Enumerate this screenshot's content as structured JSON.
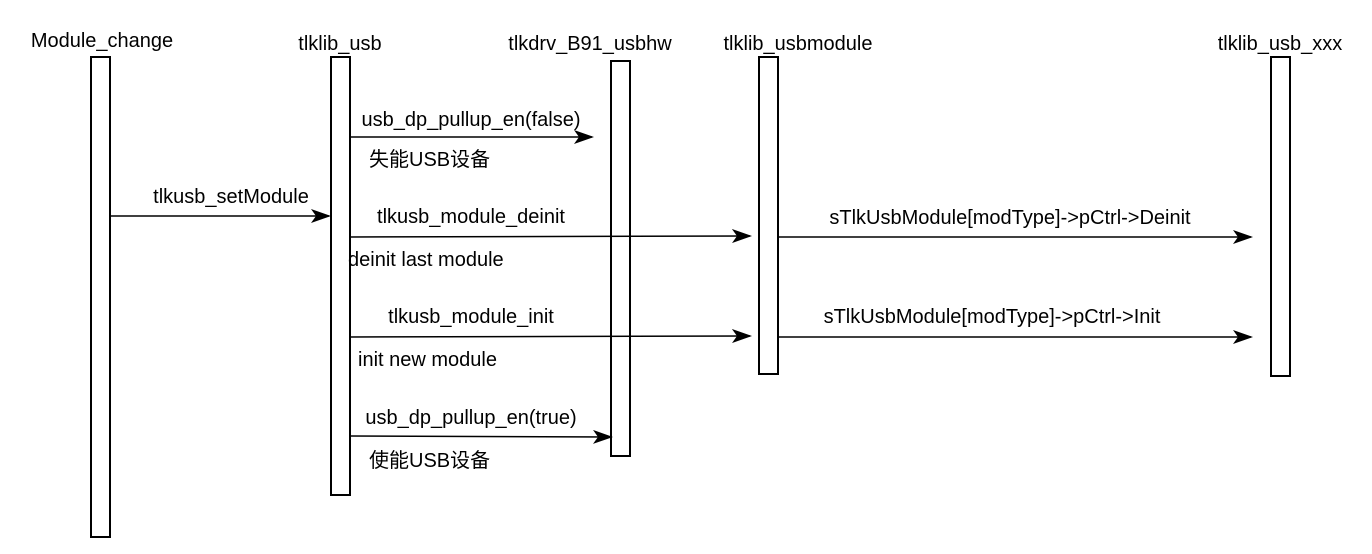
{
  "diagram": {
    "colors": {
      "stroke": "#000000",
      "background": "#ffffff",
      "lifeline_fill": "#ffffff"
    },
    "participants": [
      {
        "id": "module_change",
        "label": "Module_change"
      },
      {
        "id": "tlklib_usb",
        "label": "tlklib_usb"
      },
      {
        "id": "tlkdrv_b91_usbhw",
        "label": "tlkdrv_B91_usbhw"
      },
      {
        "id": "tlklib_usbmodule",
        "label": "tlklib_usbmodule"
      },
      {
        "id": "tlklib_usb_xxx",
        "label": "tlklib_usb_xxx"
      }
    ],
    "messages": [
      {
        "id": "msg1",
        "from": "module_change",
        "to": "tlklib_usb",
        "label": "tlkusb_setModule",
        "note": ""
      },
      {
        "id": "msg2",
        "from": "tlklib_usb",
        "to": "tlkdrv_b91_usbhw",
        "label": "usb_dp_pullup_en(false)",
        "note": "失能USB设备"
      },
      {
        "id": "msg3",
        "from": "tlklib_usb",
        "to": "tlklib_usbmodule",
        "label": "tlkusb_module_deinit",
        "note": "deinit last module"
      },
      {
        "id": "msg4",
        "from": "tlklib_usbmodule",
        "to": "tlklib_usb_xxx",
        "label": "sTlkUsbModule[modType]->pCtrl->Deinit",
        "note": ""
      },
      {
        "id": "msg5",
        "from": "tlklib_usb",
        "to": "tlklib_usbmodule",
        "label": "tlkusb_module_init",
        "note": "init new module"
      },
      {
        "id": "msg6",
        "from": "tlklib_usbmodule",
        "to": "tlklib_usb_xxx",
        "label": "sTlkUsbModule[modType]->pCtrl->Init",
        "note": ""
      },
      {
        "id": "msg7",
        "from": "tlklib_usb",
        "to": "tlkdrv_b91_usbhw",
        "label": "usb_dp_pullup_en(true)",
        "note": "使能USB设备"
      }
    ]
  }
}
